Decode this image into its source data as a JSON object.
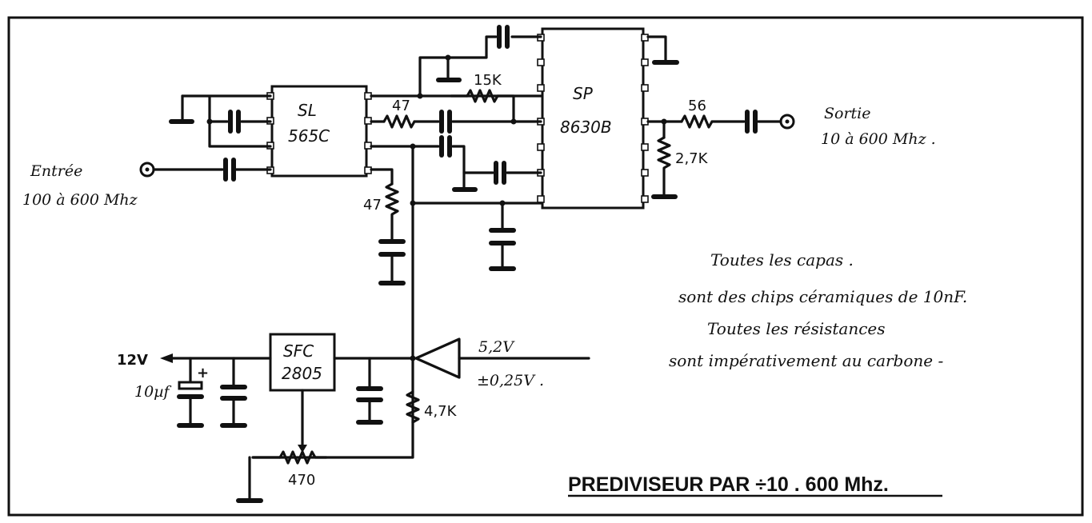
{
  "title": "PREDIVISEUR  PAR ÷10 . 600 Mhz.",
  "input": {
    "label": "Entrée",
    "freq": "100 à 600 Mhz"
  },
  "output": {
    "label": "Sortie",
    "freq": "10 à 600 Mhz ."
  },
  "chips": {
    "sl": {
      "line1": "SL",
      "line2": "565C"
    },
    "sp": {
      "line1": "SP",
      "line2": "8630B"
    },
    "sfc": {
      "line1": "SFC",
      "line2": "2805"
    }
  },
  "resistors": {
    "r15k": "15K",
    "r47a": "47",
    "r47b": "47",
    "r56": "56",
    "r27k": "2,7K",
    "r47k": "4,7K",
    "pot": "470"
  },
  "power": {
    "v12": "12V",
    "cap10": "10µf",
    "plus": "+",
    "v52": "5,2V",
    "tol": "±0,25V ."
  },
  "notes": [
    "Toutes les capas   .",
    "sont des chips céramiques de 10nF.",
    "Toutes les résistances",
    "sont impérativement au carbone -"
  ]
}
